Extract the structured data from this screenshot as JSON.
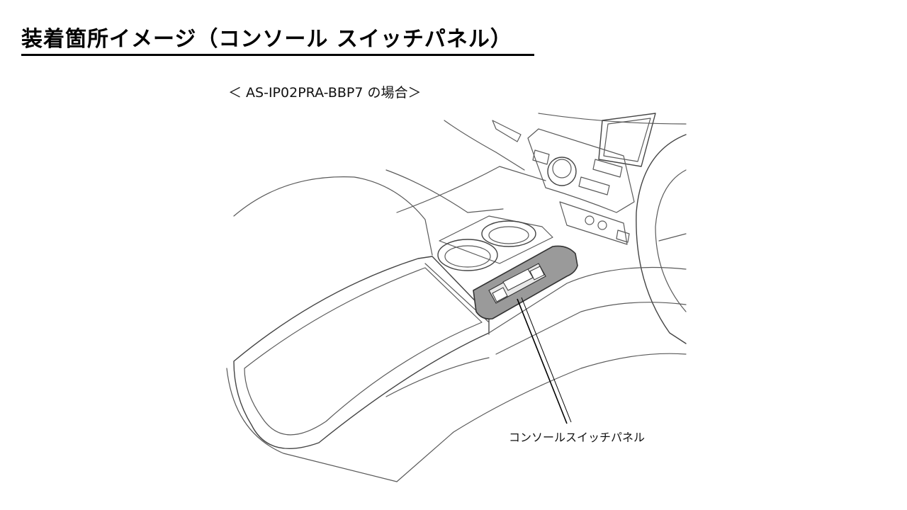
{
  "header": {
    "title": "装着箇所イメージ（コンソール スイッチパネル）"
  },
  "figure": {
    "subtitle": "＜ AS-IP02PRA-BBP7 の場合＞",
    "callout_label": "コンソールスイッチパネル",
    "panel_fill": "#9a9a9a"
  }
}
